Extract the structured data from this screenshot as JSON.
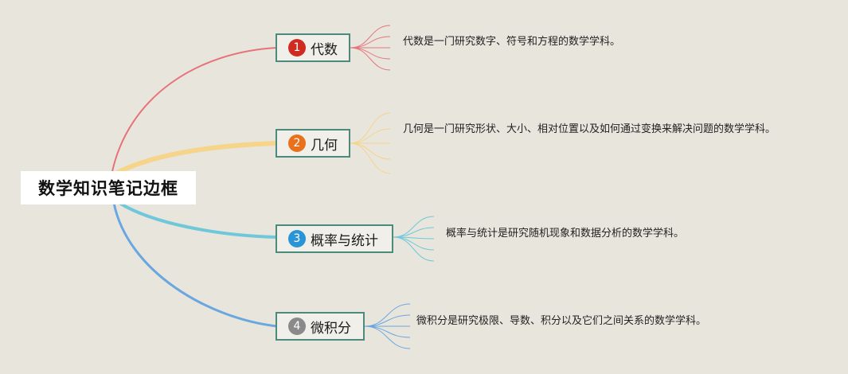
{
  "root": {
    "title": "数学知识笔记边框"
  },
  "branches": [
    {
      "num": "1",
      "label": "代数",
      "color": "#e6737a",
      "badge_color": "#cf2b20",
      "desc": "代数是一门研究数字、符号和方程的数学学科。"
    },
    {
      "num": "2",
      "label": "几何",
      "color": "#f6d489",
      "badge_color": "#e9711c",
      "desc": "几何是一门研究形状、大小、相对位置以及如何通过变换来解决问题的数学学科。"
    },
    {
      "num": "3",
      "label": "概率与统计",
      "color": "#6fc8d9",
      "badge_color": "#2a95d6",
      "desc": "概率与统计是研究随机现象和数据分析的数学学科。"
    },
    {
      "num": "4",
      "label": "微积分",
      "color": "#6aa6e0",
      "badge_color": "#8a8a8a",
      "desc": "微积分是研究极限、导数、积分以及它们之间关系的数学学科。"
    }
  ]
}
